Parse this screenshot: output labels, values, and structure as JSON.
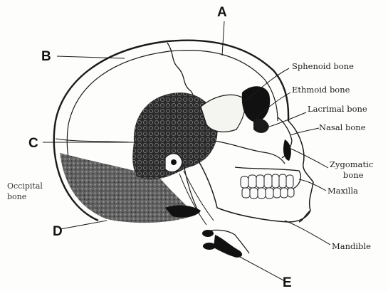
{
  "diagram": {
    "letter_labels": {
      "a": "A",
      "b": "B",
      "c": "C",
      "d": "D",
      "e": "E"
    },
    "bone_labels": {
      "sphenoid": "Sphenoid bone",
      "ethmoid": "Ethmoid bone",
      "lacrimal": "Lacrimal bone",
      "nasal": "Nasal bone",
      "zygomatic_line1": "Zygomatic",
      "zygomatic_line2": "bone",
      "maxilla": "Maxilla",
      "mandible": "Mandible",
      "occipital_line1": "Occipital",
      "occipital_line2": "bone"
    },
    "colors": {
      "ink": "#1a1a1a",
      "paper": "#fdfdfb",
      "shade": "#3a3a3a"
    }
  }
}
